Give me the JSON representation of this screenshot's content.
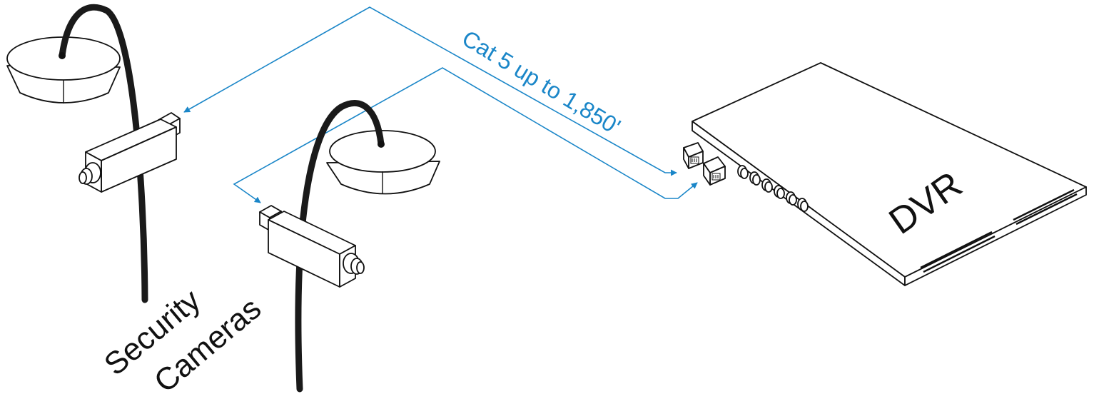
{
  "diagram": {
    "cable_label": "Cat 5 up to 1,850'",
    "dvr_label": "DVR",
    "cameras_label_line1": "Security",
    "cameras_label_line2": "Cameras"
  },
  "colors": {
    "wire": "#1a86c8",
    "line": "#111111",
    "cable": "#1a1a1a",
    "background": "#ffffff"
  },
  "icons": [
    "dome-camera-icon",
    "bullet-camera-icon",
    "dvr-recorder-icon",
    "rj45-port-icon",
    "bnc-connector-icon",
    "arrow-icon"
  ]
}
